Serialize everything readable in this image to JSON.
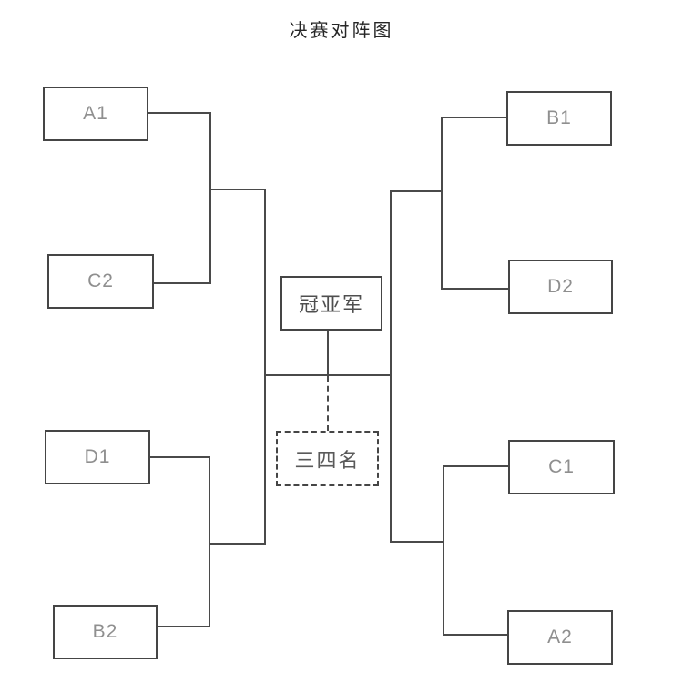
{
  "title": "决赛对阵图",
  "bracket": {
    "left_top": [
      "A1",
      "C2"
    ],
    "left_bottom": [
      "D1",
      "B2"
    ],
    "right_top": [
      "B1",
      "D2"
    ],
    "right_bottom": [
      "C1",
      "A2"
    ],
    "final_label": "冠亚军",
    "third_place_label": "三四名"
  },
  "colors": {
    "line": "#4a4a4a",
    "box_border": "#454545",
    "team_text": "#8f8f8f",
    "center_text": "#4f4f4f",
    "title_text": "#262626",
    "background": "#ffffff"
  }
}
